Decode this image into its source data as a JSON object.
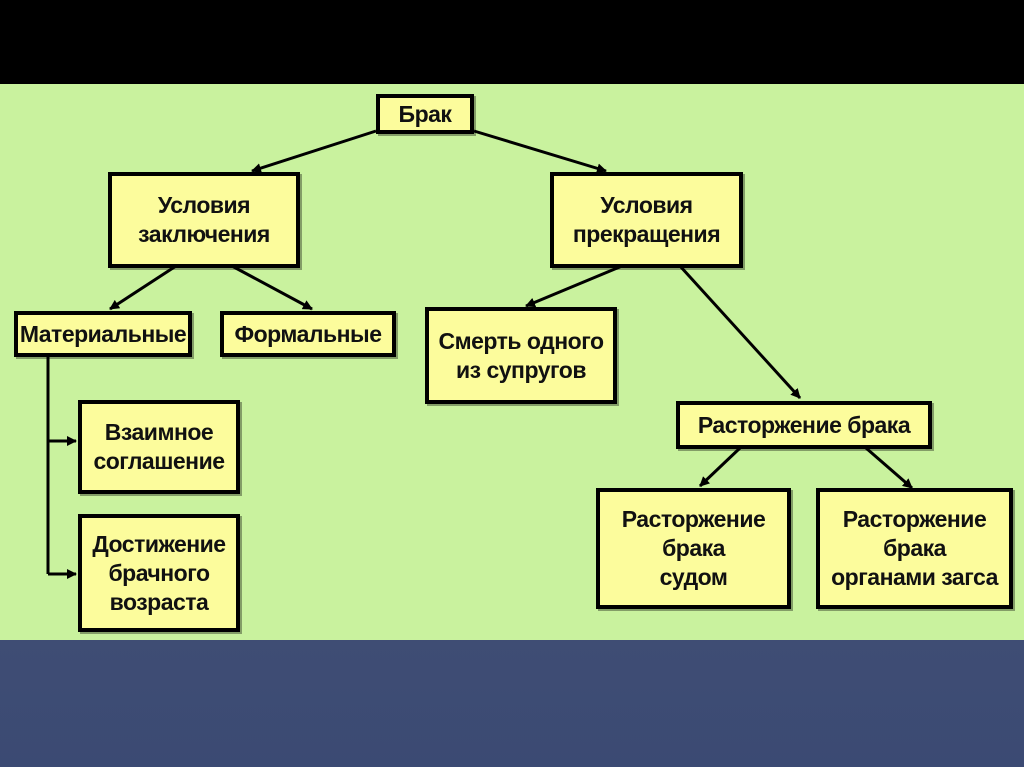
{
  "colors": {
    "background": "#c9f29e",
    "node_fill": "#fcfc9c",
    "border": "#000000",
    "top_bar": "#000000",
    "bottom_band": "#3f4d74"
  },
  "nodes": {
    "root": "Брак",
    "conditions_conclusion": "Условия\nзаключения",
    "conditions_termination": "Условия\nпрекращения",
    "material": "Материальные",
    "formal": "Формальные",
    "death": "Смерть одного\nиз супругов",
    "mutual_agreement": "Взаимное\nсоглашение",
    "marriage_age": "Достижение\nбрачного\nвозраста",
    "divorce": "Расторжение брака",
    "divorce_court": "Расторжение\nбрака\nсудом",
    "divorce_registry": "Расторжение\nбрака\nорганами загса"
  }
}
